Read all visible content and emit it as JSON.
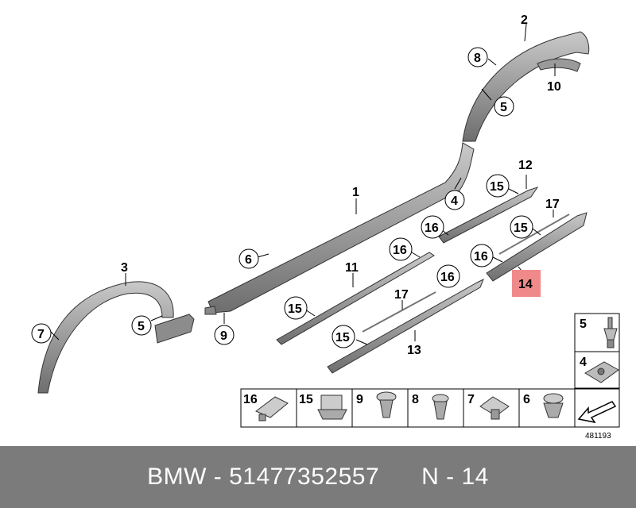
{
  "callouts": {
    "c1": "1",
    "c2": "2",
    "c3": "3",
    "c4": "4",
    "c5a": "5",
    "c5b": "5",
    "c6": "6",
    "c7": "7",
    "c8": "8",
    "c9": "9",
    "c10": "10",
    "c11": "11",
    "c12": "12",
    "c13": "13",
    "c14": "14",
    "c15a": "15",
    "c15b": "15",
    "c15c": "15",
    "c15d": "15",
    "c16a": "16",
    "c16b": "16",
    "c16c": "16",
    "c16d": "16",
    "c17a": "17",
    "c17b": "17"
  },
  "highlight_color": "#f08a8a",
  "legend": {
    "bottom_row": [
      "16",
      "15",
      "9",
      "8",
      "7",
      "6"
    ],
    "side": [
      "5",
      "4"
    ]
  },
  "diagram_number": "481193",
  "footer": {
    "brand": "BMW",
    "part_number": "51477352557",
    "position": "N - 14"
  }
}
